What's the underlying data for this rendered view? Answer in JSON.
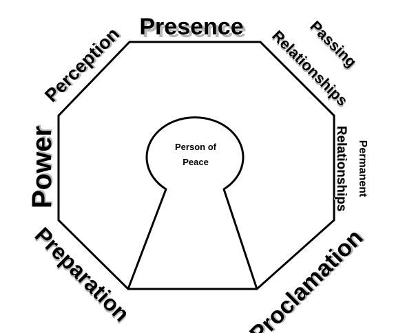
{
  "diagram": {
    "center_label_line1": "Person of",
    "center_label_line2": "Peace",
    "labels": {
      "presence": "Presence",
      "perception": "Perception",
      "power": "Power",
      "preparation": "Preparation",
      "proclamation": "Proclamation",
      "passing": "Passing",
      "passing_relationships": "Relationships",
      "permanent": "Permanent",
      "permanent_relationships": "Relationships"
    }
  }
}
